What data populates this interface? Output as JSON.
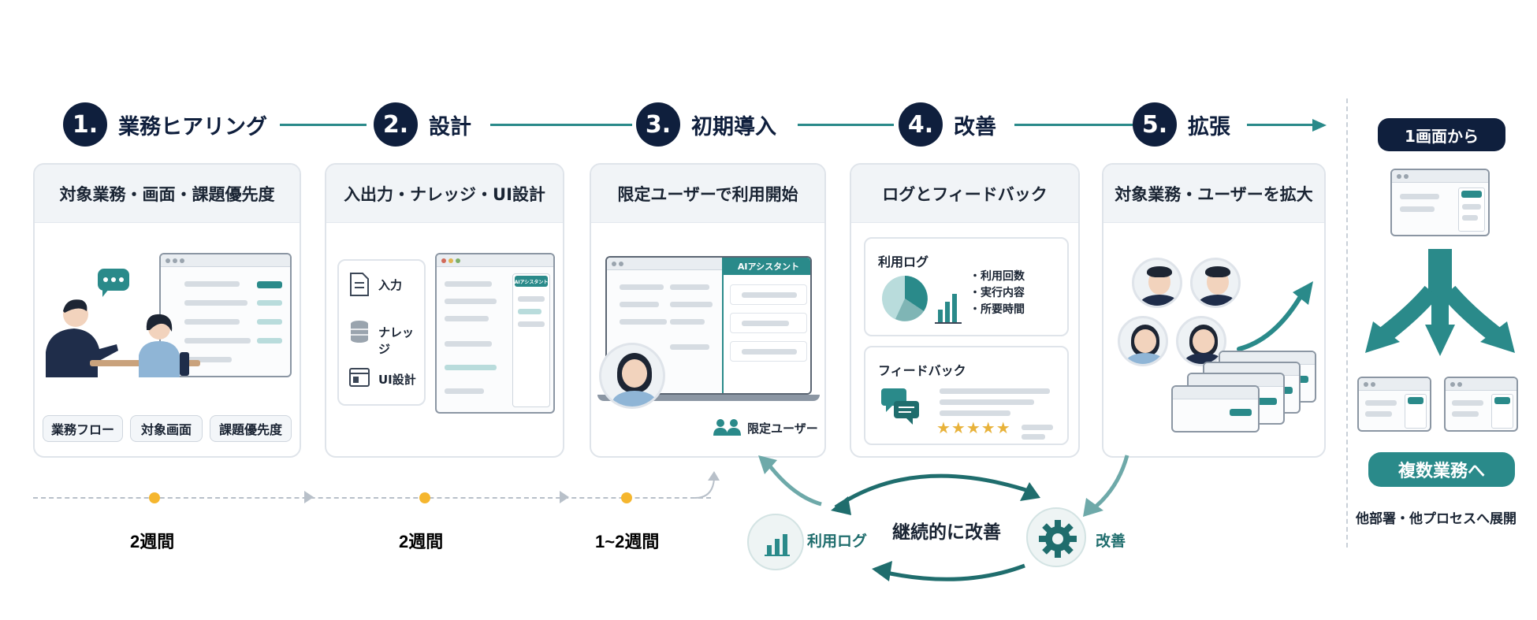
{
  "steps": [
    {
      "num": "1.",
      "label": "業務ヒアリング",
      "card_title": "対象業務・画面・課題優先度"
    },
    {
      "num": "2.",
      "label": "設計",
      "card_title": "入出力・ナレッジ・UI設計"
    },
    {
      "num": "3.",
      "label": "初期導入",
      "card_title": "限定ユーザーで利用開始"
    },
    {
      "num": "4.",
      "label": "改善",
      "card_title": "ログとフィードバック"
    },
    {
      "num": "5.",
      "label": "拡張",
      "card_title": "対象業務・ユーザーを拡大"
    }
  ],
  "card1": {
    "pills": [
      "業務フロー",
      "対象画面",
      "課題優先度"
    ]
  },
  "card2": {
    "items": [
      "入力",
      "ナレッジ",
      "UI設計"
    ],
    "panel_title": "AIアシスタント"
  },
  "card3": {
    "panel_title": "AIアシスタント",
    "limited_users": "限定ユーザー"
  },
  "card4": {
    "usage_log_title": "利用ログ",
    "usage_items": [
      "・利用回数",
      "・実行内容",
      "・所要時間"
    ],
    "feedback_title": "フィードバック"
  },
  "right": {
    "badge_top": "1画面から",
    "badge_bottom": "複数業務へ",
    "caption": "他部署・他プロセスへ展開"
  },
  "timeline": {
    "durations": [
      "2週間",
      "2週間",
      "1~2週間"
    ]
  },
  "cycle": {
    "left_label": "利用ログ",
    "center_label": "継続的に改善",
    "right_label": "改善"
  },
  "colors": {
    "navy": "#0f1f3d",
    "teal": "#2a8a8a",
    "orange": "#f5b62e"
  }
}
